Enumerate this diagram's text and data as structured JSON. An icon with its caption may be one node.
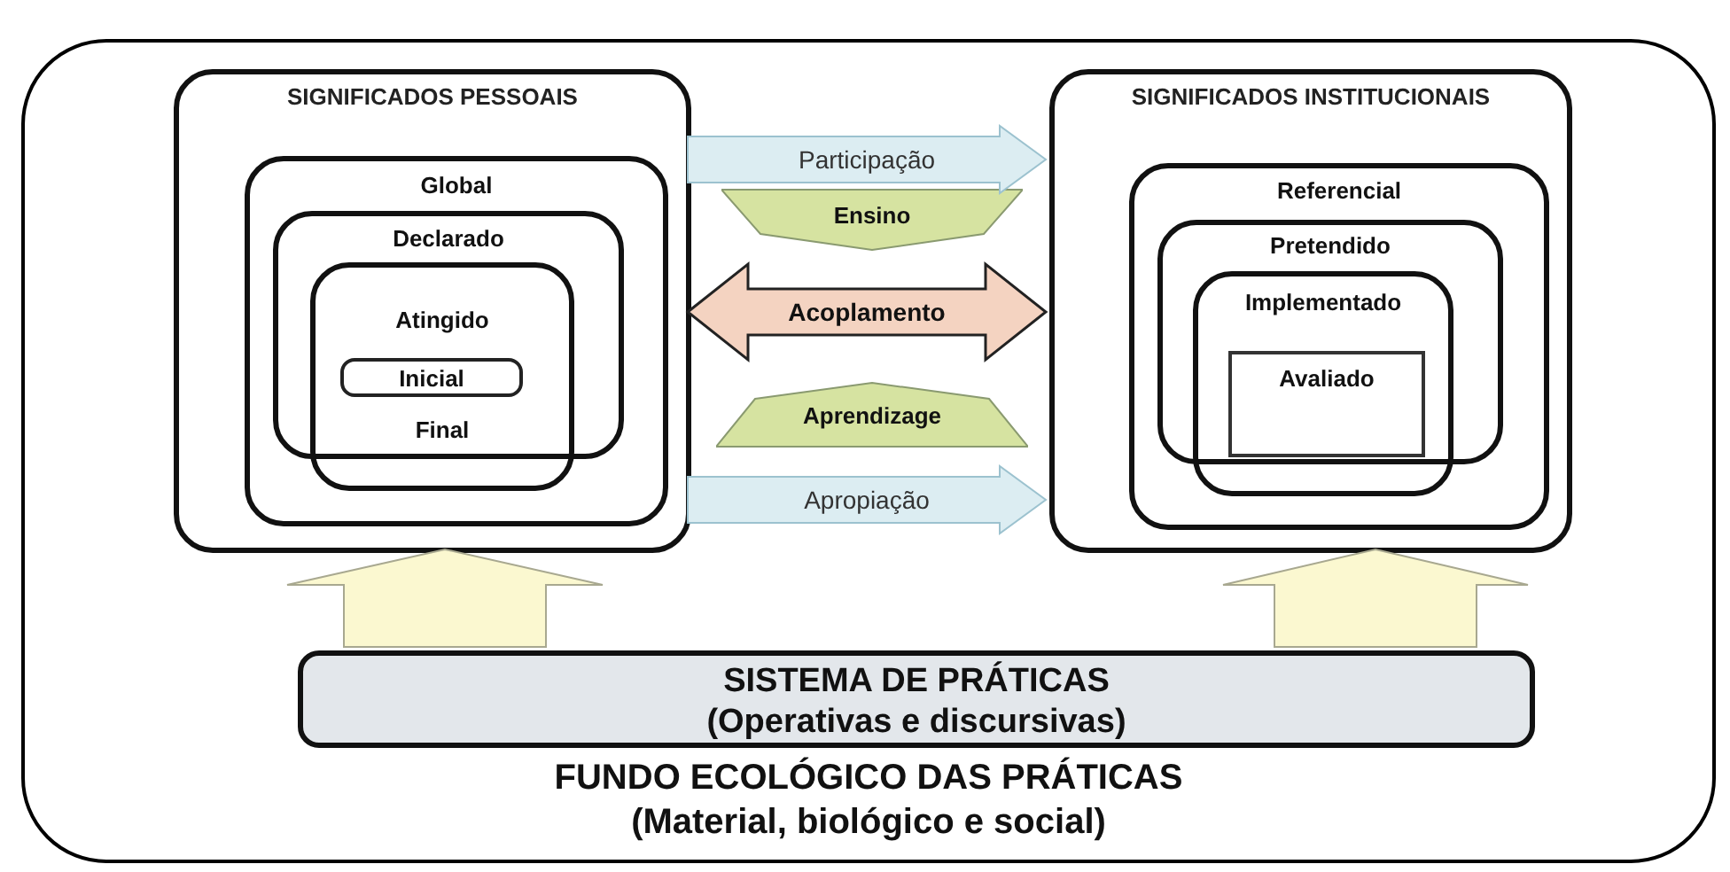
{
  "diagram": {
    "nodes": [
      {
        "text": [
          "FUNDO ECOLÓGICO DAS PRÁTICAS",
          "(Material, biológico e social)"
        ]
      },
      {
        "text": [
          "SIGNIFICADOS PESSOAIS"
        ],
        "in": 0
      },
      {
        "text": [
          "Global"
        ],
        "in": 1
      },
      {
        "text": [
          "Declarado"
        ],
        "in": 2
      },
      {
        "text": [
          "Atingido",
          "Final"
        ],
        "in": 2
      },
      {
        "text": [
          "Inicial"
        ],
        "in": 4
      },
      {
        "text": [
          "Ensino"
        ],
        "in": 0
      },
      {
        "text": [
          "Aprendizage"
        ],
        "in": 0
      },
      {
        "text": [
          "SIGNIFICADOS INSTITUCIONAIS"
        ],
        "in": 0
      },
      {
        "text": [
          "Referencial"
        ],
        "in": 8
      },
      {
        "text": [
          "Pretendido"
        ],
        "in": 9
      },
      {
        "text": [
          "Implementado"
        ],
        "in": 9
      },
      {
        "text": [
          "Avaliado"
        ],
        "in": 11
      },
      {
        "text": [
          "SISTEMA DE PRÁTICAS",
          "(Operativas e discursivas)"
        ],
        "in": 0
      }
    ],
    "edges": [
      {
        "from": 1,
        "to": 8,
        "arrow": "to",
        "label": "Participação"
      },
      {
        "from": 1,
        "to": 8,
        "arrow": "both",
        "label": "Acoplamento",
        "color": "#f4d3c1"
      },
      {
        "from": 1,
        "to": 8,
        "arrow": "to",
        "label": "Apropiação"
      },
      {
        "from": 13,
        "to": 1,
        "arrow": "to",
        "color": "#fbf8d0"
      },
      {
        "from": 13,
        "to": 8,
        "arrow": "to",
        "color": "#fbf8d0"
      }
    ]
  }
}
